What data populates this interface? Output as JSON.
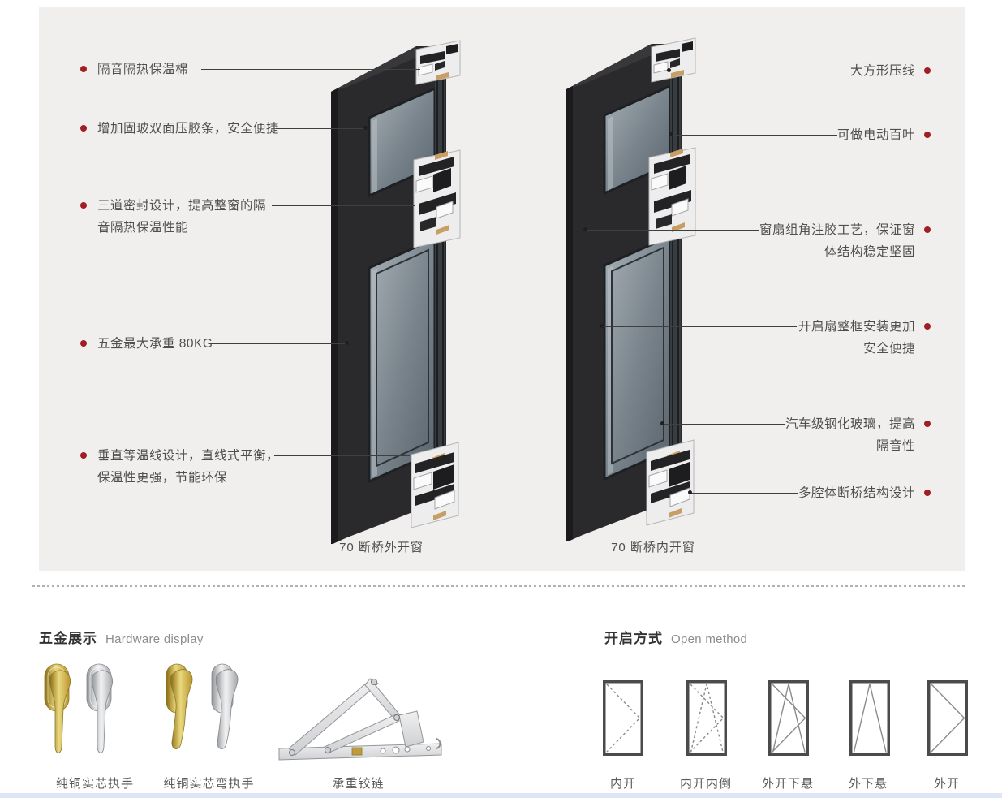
{
  "page": {
    "panel_bg": "#f0efed",
    "accent_red": "#a01f23",
    "bottom_strip_color": "#dce6f4"
  },
  "panel": {
    "left_window": {
      "caption": "70 断桥外开窗",
      "callouts": [
        {
          "label": "隔音隔热保温棉"
        },
        {
          "label": "增加固玻双面压胶条，安全便捷"
        },
        {
          "label": "三道密封设计，提高整窗的隔\n音隔热保温性能"
        },
        {
          "label": "五金最大承重 80KG"
        },
        {
          "label": "垂直等温线设计，直线式平衡，\n保温性更强，节能环保"
        }
      ]
    },
    "right_window": {
      "caption": "70 断桥内开窗",
      "callouts": [
        {
          "label": "大方形压线"
        },
        {
          "label": "可做电动百叶"
        },
        {
          "label": "窗扇组角注胶工艺，保证窗\n体结构稳定坚固"
        },
        {
          "label": "开启扇整框安装更加\n安全便捷"
        },
        {
          "label": "汽车级钢化玻璃，提高\n隔音性"
        },
        {
          "label": "多腔体断桥结构设计"
        }
      ]
    }
  },
  "hardware": {
    "title_zh": "五金展示",
    "title_en": "Hardware display",
    "items": [
      {
        "label": "纯铜实芯执手"
      },
      {
        "label": "纯铜实芯弯执手"
      },
      {
        "label": "承重铰链"
      }
    ]
  },
  "open_methods": {
    "title_zh": "开启方式",
    "title_en": "Open method",
    "items": [
      {
        "label": "内开",
        "style": "dashed",
        "glyph": "side"
      },
      {
        "label": "内开内倒",
        "style": "dashed",
        "glyph": "side-tilt"
      },
      {
        "label": "外开下悬",
        "style": "solid",
        "glyph": "side-tilt"
      },
      {
        "label": "外下悬",
        "style": "solid",
        "glyph": "tilt"
      },
      {
        "label": "外开",
        "style": "solid",
        "glyph": "side"
      }
    ]
  }
}
